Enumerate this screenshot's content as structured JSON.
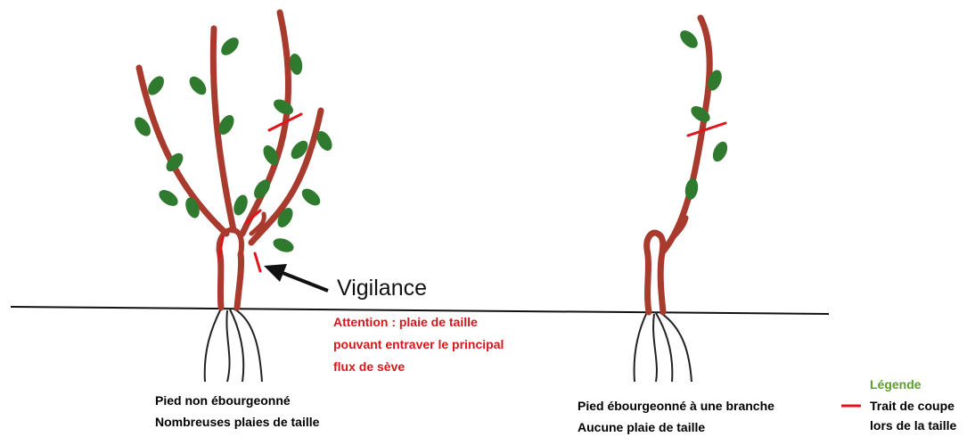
{
  "colors": {
    "stem": "#a83a2e",
    "leaf": "#2f7a2f",
    "cut": "#e0151c",
    "root": "#222222",
    "warning": "#d9161c",
    "legend_title": "#5aa02c"
  },
  "left_vine": {
    "caption_line1": "Pied non ébourgeonné",
    "caption_line2": "Nombreuses plaies de taille"
  },
  "right_vine": {
    "caption_line1": "Pied ébourgeonné à une branche",
    "caption_line2": "Aucune plaie de taille"
  },
  "callout": {
    "label": "Vigilance",
    "warning_line1": "Attention : plaie de taille",
    "warning_line2": "pouvant entraver le principal",
    "warning_line3": "flux de sève"
  },
  "legend": {
    "title": "Légende",
    "item_line1": "Trait de coupe",
    "item_line2": "lors de la taille"
  }
}
